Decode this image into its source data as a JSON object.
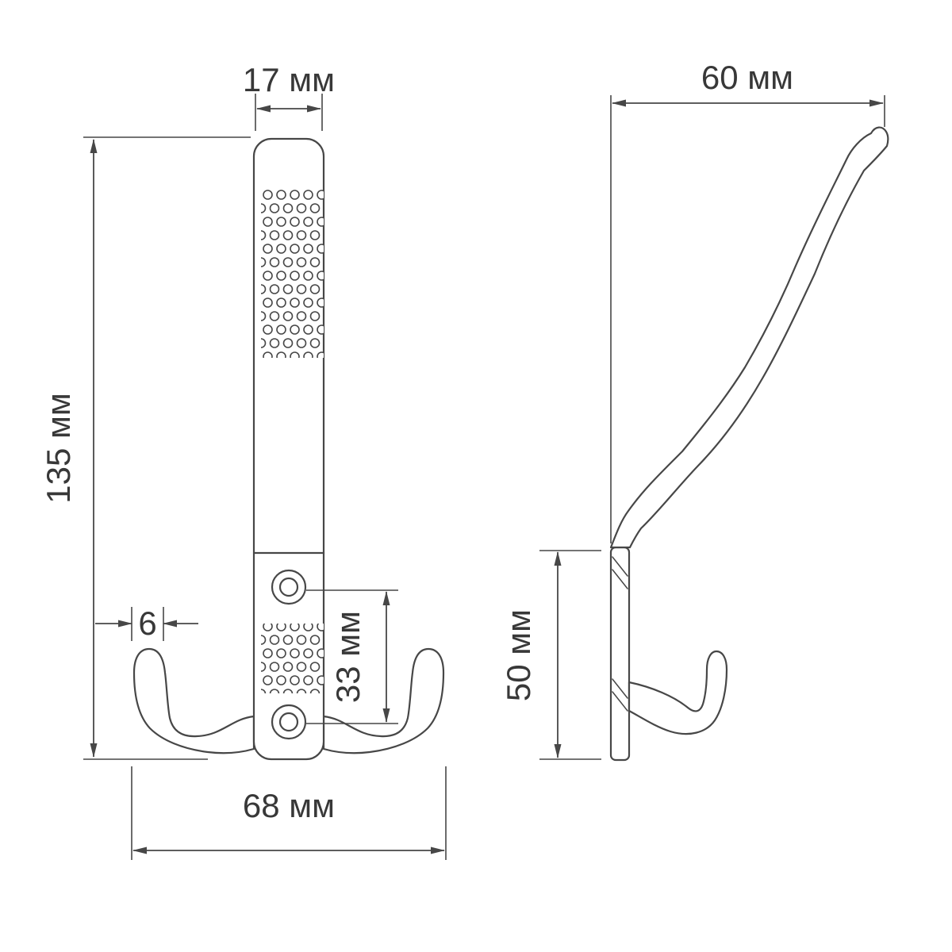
{
  "diagram": {
    "type": "technical-drawing",
    "subject": "wall coat hook, front and side views with dimensions",
    "units": "мм",
    "colors": {
      "outline": "#474747",
      "dimension_line": "#474747",
      "text": "#383838",
      "background": "#ffffff"
    },
    "front_view": {
      "strip_width": "17 мм",
      "total_height": "135 мм",
      "hook_tip_width": "6",
      "hole_spacing": "33 мм",
      "overall_width": "68 мм"
    },
    "side_view": {
      "depth": "60 мм",
      "plate_height": "50 мм"
    }
  }
}
